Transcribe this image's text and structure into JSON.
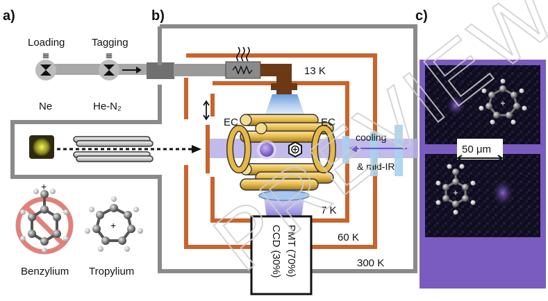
{
  "panels": {
    "a": "a)",
    "b": "b)",
    "c": "c)"
  },
  "valves": {
    "loading": "Loading",
    "tagging": "Tagging",
    "ne": "Ne",
    "he_n2": "He-N₂"
  },
  "temperatures": {
    "t13": "13 K",
    "t7": "7 K",
    "t60": "60 K",
    "t300": "300 K"
  },
  "electrodes": {
    "left": "EC",
    "right": "EC"
  },
  "laser": {
    "line1": "cooling",
    "line2": "& mid-IR"
  },
  "detector": {
    "pmt": "PMT (70%)",
    "ccd": "CCD (30%)"
  },
  "molecules": {
    "benzylium": "Benzylium",
    "tropylium": "Tropylium",
    "charge": "+"
  },
  "scale_bar": "50 μm",
  "watermark": "PREVIEW",
  "colors": {
    "copper": "#c8642d",
    "steel": "#8a8a8a",
    "purple": "#7a5cc0",
    "gold": "#d9a938",
    "forbidden": "#e0827a"
  }
}
